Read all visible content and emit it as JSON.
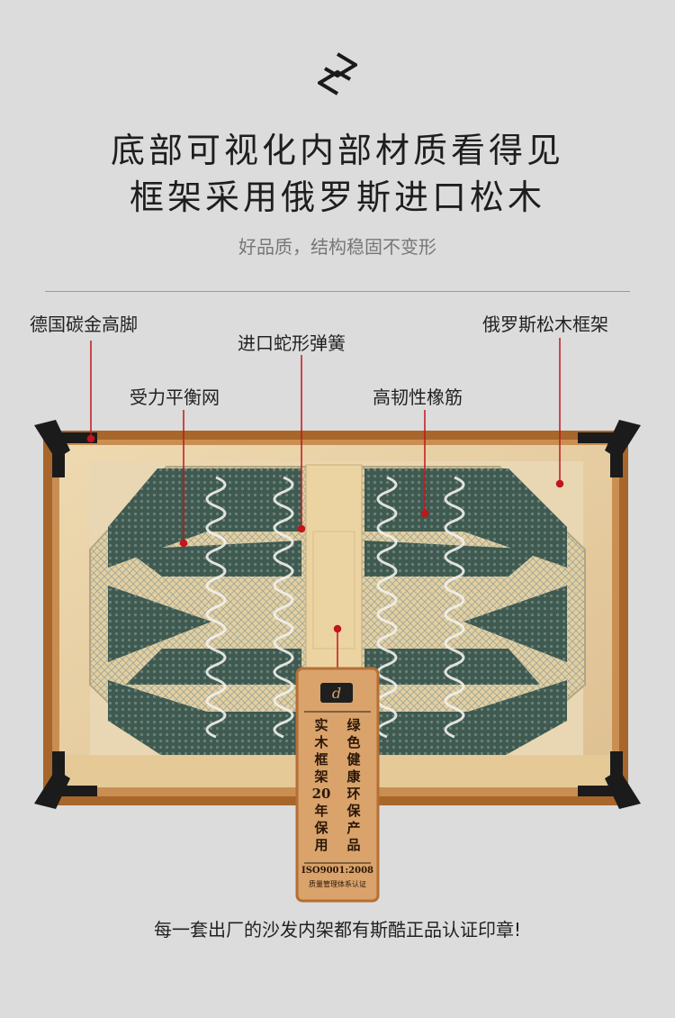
{
  "brand": {
    "logo_icon": "s-diamond-logo-icon"
  },
  "heading": {
    "line1": "底部可视化内部材质看得见",
    "line2": "框架采用俄罗斯进口松木"
  },
  "subtitle": "好品质，结构稳固不变形",
  "callouts": {
    "legs": "德国碳金高脚",
    "spring": "进口蛇形弹簧",
    "frame": "俄罗斯松木框架",
    "net": "受力平衡网",
    "band": "高韧性橡筋"
  },
  "certificate": {
    "col1": [
      "实",
      "木",
      "框",
      "架",
      "20",
      "年",
      "保",
      "用"
    ],
    "col2": [
      "绿",
      "色",
      "健",
      "康",
      "环",
      "保",
      "产",
      "品"
    ],
    "iso": "ISO9001:2008",
    "iso_note": "质量管理体系认证"
  },
  "footer": "每一套出厂的沙发内架都有斯酷正品认证印章!",
  "colors": {
    "background": "#dcdcdc",
    "frame_brown": "#a8662a",
    "pine": "#e6cfa3",
    "band_green": "#3f5a50",
    "leader_red": "#c0161c"
  }
}
